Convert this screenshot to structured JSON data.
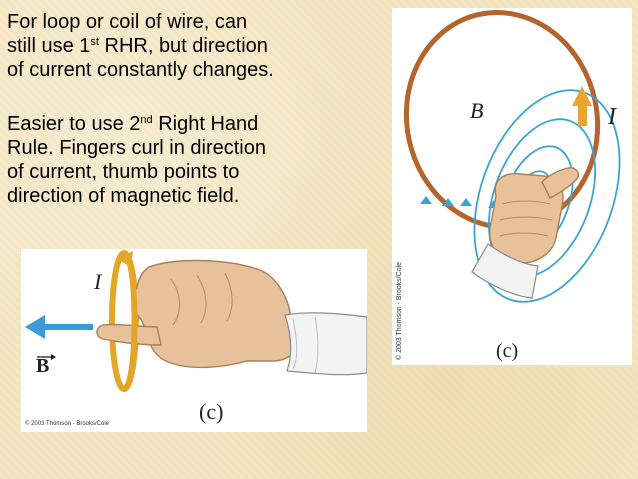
{
  "text": {
    "para1": {
      "line1": "For loop or coil of wire, can",
      "line2_pre": "still use 1",
      "line2_sup": "st",
      "line2_post": " RHR, but direction",
      "line3": "of current constantly changes."
    },
    "para2": {
      "line1_pre": "Easier to use 2",
      "line1_sup": "nd",
      "line1_post": " Right Hand",
      "line2": "Rule.  Fingers curl in direction",
      "line3": "of current, thumb points to",
      "line4": "direction of magnetic field."
    }
  },
  "figure_left": {
    "current_label": "I",
    "field_label": "B",
    "panel_label": "(c)",
    "credit": "© 2003 Thomson - Brooks/Cole",
    "colors": {
      "arrow": "#3d9ad8",
      "ring": "#e3a627",
      "skin": "#e7c199"
    }
  },
  "figure_right": {
    "field_label": "B",
    "current_label": "I",
    "panel_label": "(c)",
    "credit": "© 2003 Thomson - Brooks/Cole",
    "colors": {
      "loop": "#b5642d",
      "field_lines": "#3ba4d7",
      "arrow": "#e9a62e",
      "skin": "#e7c199"
    }
  }
}
